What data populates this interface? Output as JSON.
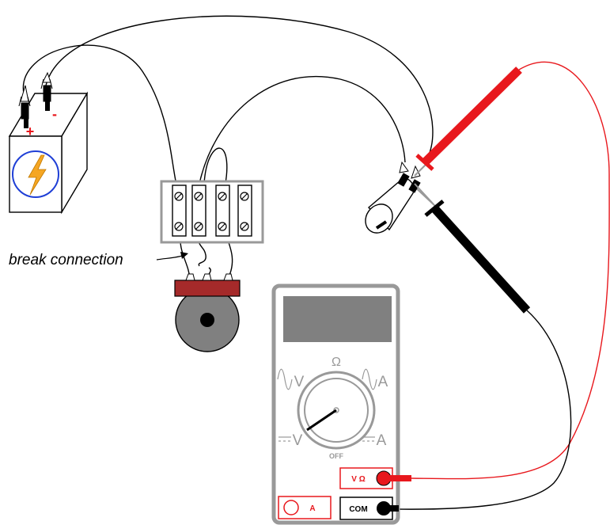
{
  "annotation": {
    "break_label": "break connection"
  },
  "battery": {
    "plus_label": "+",
    "minus_label": "-"
  },
  "multimeter": {
    "dial_labels": {
      "ohm": "Ω",
      "ac_volts": "V",
      "ac_amps": "A",
      "dc_volts": "V",
      "dc_amps": "A",
      "off": "OFF"
    },
    "jacks": {
      "volt_ohm": "V Ω",
      "amps": "A",
      "common": "COM"
    }
  },
  "colors": {
    "red_lead": "#e8181d",
    "black_lead": "#111111",
    "motor_cap": "#a52a2a",
    "motor_body": "#808080",
    "meter_body": "#c0c0c0",
    "meter_display": "#808080",
    "battery_bolt": "#f5a623",
    "battery_ring": "#1f3fd6"
  }
}
